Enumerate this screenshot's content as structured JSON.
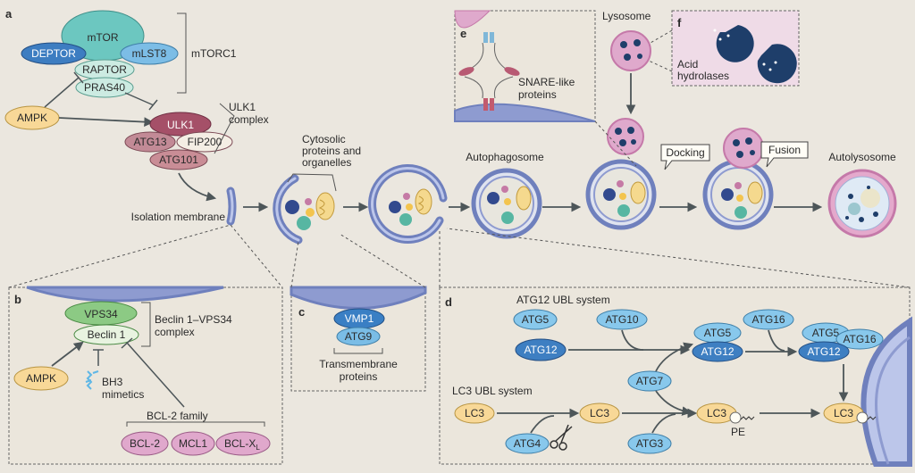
{
  "panels": {
    "a": "a",
    "b": "b",
    "c": "c",
    "d": "d",
    "e": "e",
    "f": "f"
  },
  "mtorc1": {
    "mtor": "mTOR",
    "deptor": "DEPTOR",
    "mlst8": "mLST8",
    "raptor": "RAPTOR",
    "pras40": "PRAS40",
    "complex": "mTORC1"
  },
  "ampk": "AMPK",
  "ulk": {
    "ulk1": "ULK1",
    "atg13": "ATG13",
    "fip200": "FIP200",
    "atg101": "ATG101",
    "complex_line1": "ULK1",
    "complex_line2": "complex"
  },
  "stages": {
    "isolation_membrane": "Isolation membrane",
    "cytosolic_line1": "Cytosolic",
    "cytosolic_line2": "proteins and",
    "cytosolic_line3": "organelles",
    "autophagosome": "Autophagosome",
    "lysosome": "Lysosome",
    "docking": "Docking",
    "fusion": "Fusion",
    "autolysosome": "Autolysosome"
  },
  "panel_e": {
    "line1": "SNARE-like",
    "line2": "proteins"
  },
  "panel_f": {
    "line1": "Acid",
    "line2": "hydrolases"
  },
  "panel_b": {
    "vps34": "VPS34",
    "beclin": "Beclin 1",
    "complex_line1": "Beclin 1–VPS34",
    "complex_line2": "complex",
    "ampk": "AMPK",
    "bh3_line1": "BH3",
    "bh3_line2": "mimetics",
    "bcl_family": "BCL-2 family",
    "bcl2": "BCL-2",
    "mcl1": "MCL1",
    "bclx": "BCL-X",
    "bclx_sub": "L"
  },
  "panel_c": {
    "vmp1": "VMP1",
    "atg9": "ATG9",
    "line1": "Transmembrane",
    "line2": "proteins"
  },
  "panel_d": {
    "atg12_system": "ATG12 UBL system",
    "lc3_system": "LC3 UBL system",
    "atg5": "ATG5",
    "atg12": "ATG12",
    "atg10": "ATG10",
    "atg16": "ATG16",
    "atg7": "ATG7",
    "atg3": "ATG3",
    "atg4": "ATG4",
    "lc3": "LC3",
    "pe": "PE"
  },
  "colors": {
    "mtor": "#6cc7c0",
    "deptor": "#3d7dc1",
    "mlst8": "#7cbde6",
    "raptor": "#ccebe2",
    "ampk": "#f8d897",
    "ulk1": "#a55068",
    "atg13": "#c28a96",
    "fip200": "#f4eee4",
    "atg101": "#c98d96",
    "membrane": "#6f80bd",
    "vps34": "#8cca84",
    "beclin": "#e8f3e0",
    "bcl": "#e0a8cc",
    "vmp1": "#3a7fc4",
    "atg9": "#7abde6",
    "atg_light": "#88c8ec",
    "atg_dark": "#3e7fc2",
    "lc3": "#f8d897",
    "lysosome": "#dfa9cc",
    "hydrolase": "#1e3e6a"
  }
}
